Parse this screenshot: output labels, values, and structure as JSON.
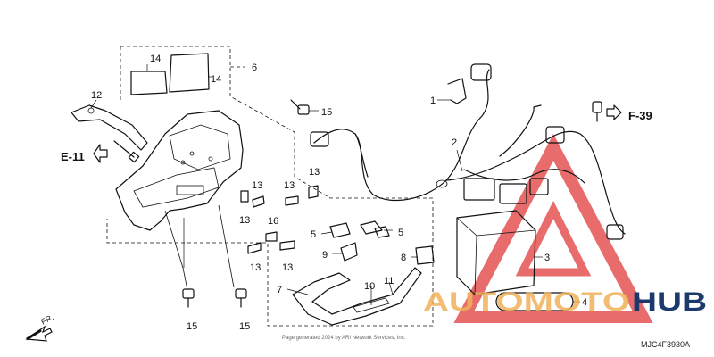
{
  "diagram": {
    "callouts": {
      "c1": "1",
      "c2": "2",
      "c3": "3",
      "c4": "4",
      "c5a": "5",
      "c5b": "5",
      "c6": "6",
      "c7": "7",
      "c8": "8",
      "c9": "9",
      "c10": "10",
      "c11": "11",
      "c12": "12",
      "c13a": "13",
      "c13b": "13",
      "c13c": "13",
      "c13d": "13",
      "c13e": "13",
      "c13f": "13",
      "c14a": "14",
      "c14b": "14",
      "c15a": "15",
      "c15b": "15",
      "c15c": "15",
      "c16": "16"
    },
    "refs": {
      "e11": "E-11",
      "f39": "F-39"
    },
    "front_label": "FR.",
    "part_code": "MJC4F3930A",
    "copyright": "Page generated 2024 by ARI Network Services, Inc."
  },
  "watermark": {
    "word_a": "AUTOMOTO",
    "word_b": "HUB",
    "colors": {
      "triangle": "#e23b3b",
      "word_a": "#f0b25a",
      "word_b": "#1b3a6b"
    }
  }
}
